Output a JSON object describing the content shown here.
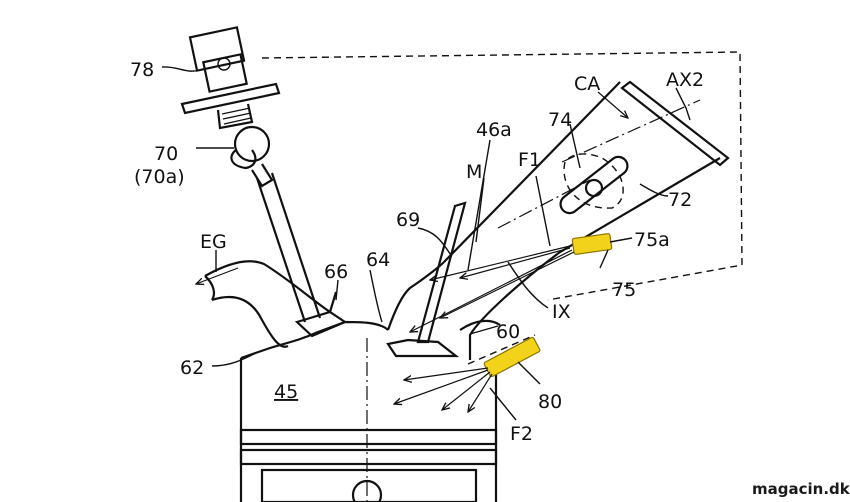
{
  "labels": {
    "l78": "78",
    "l70": "70",
    "l70a": "(70a)",
    "lCA": "CA",
    "lAX2": "AX2",
    "l46a": "46a",
    "l74": "74",
    "lM": "M",
    "lF1": "F1",
    "l72": "72",
    "l69": "69",
    "l75a": "75a",
    "lEG": "EG",
    "l66": "66",
    "l64": "64",
    "l75": "75",
    "lIX": "IX",
    "l60": "60",
    "l62": "62",
    "l80": "80",
    "l45": "45",
    "lF2": "F2"
  },
  "watermark": "magacin.dk",
  "colors": {
    "injector_fill": "#f2d21b",
    "injector_stroke": "#8a7400",
    "line": "#111111",
    "watermark": "#1a1a1a"
  }
}
